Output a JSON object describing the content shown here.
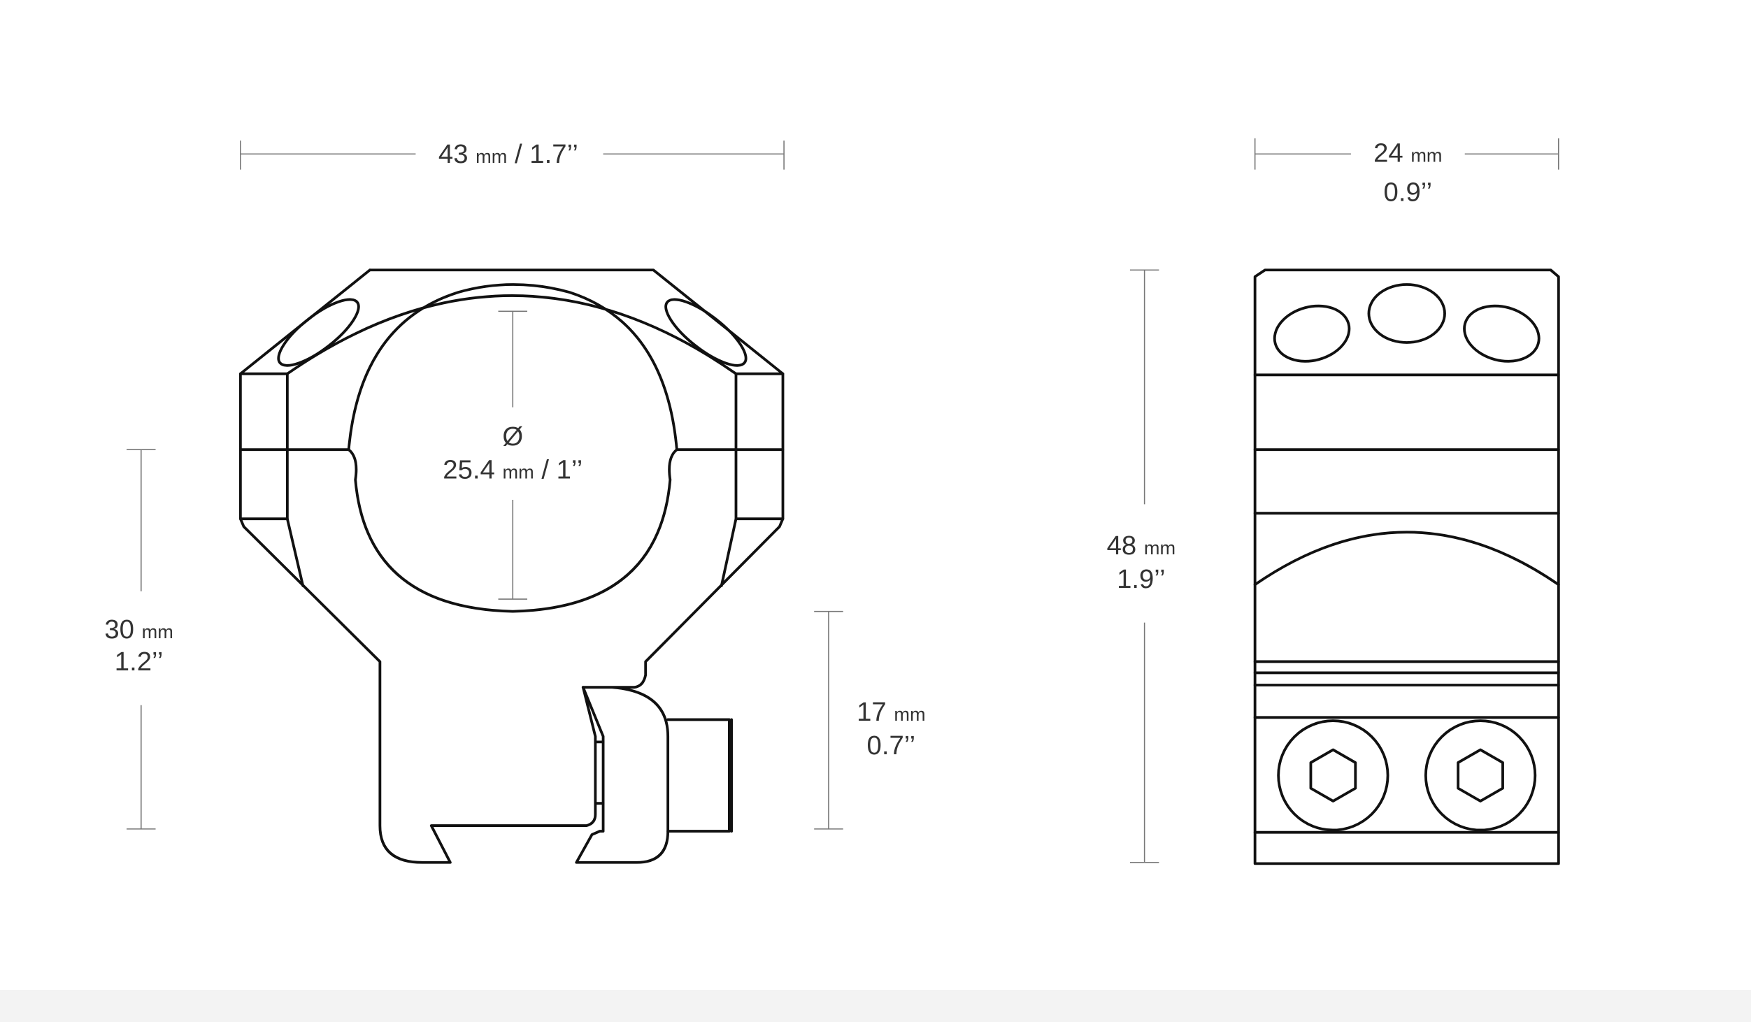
{
  "front_view": {
    "width": {
      "value": "43",
      "unit": "mm",
      "imperial": "/ 1.7’’"
    },
    "tube_diameter": {
      "symbol": "Ø",
      "value": "25.4",
      "unit": "mm",
      "imperial": "/ 1’’"
    },
    "height": {
      "value": "30",
      "unit": "mm",
      "imperial": "1.2’’"
    },
    "base_height": {
      "value": "17",
      "unit": "mm",
      "imperial": "0.7’’"
    }
  },
  "side_view": {
    "width": {
      "value": "24",
      "unit": "mm",
      "imperial": "0.9’’"
    },
    "height": {
      "value": "48",
      "unit": "mm",
      "imperial": "1.9’’"
    }
  }
}
